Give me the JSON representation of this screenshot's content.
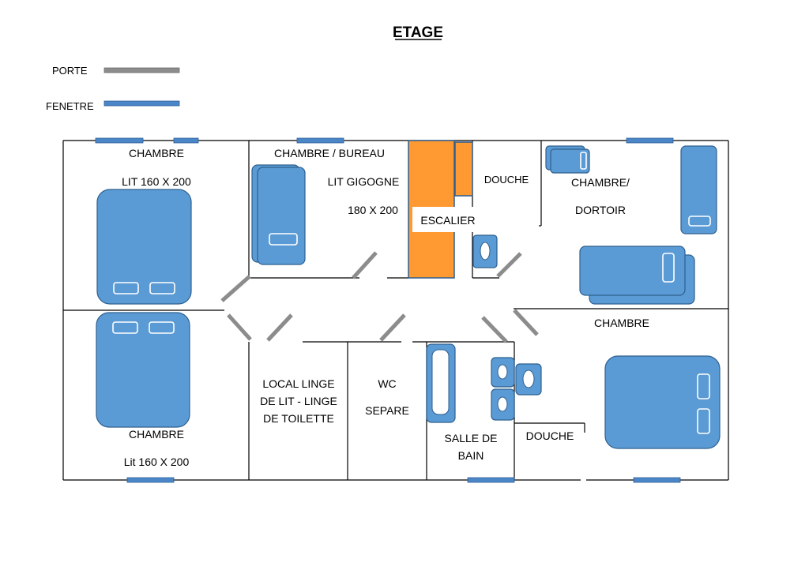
{
  "title": "ETAGE",
  "legend": {
    "door_label": "PORTE",
    "window_label": "FENETRE",
    "door_color": "#8c8c8c",
    "window_color": "#4a86c8"
  },
  "rooms": {
    "chambre_nw": {
      "name": "CHAMBRE",
      "bed": "LIT 160 X 200"
    },
    "chambre_bureau": {
      "name": "CHAMBRE / BUREAU",
      "bed_line1": "LIT GIGOGNE",
      "bed_line2": "180 X 200"
    },
    "escalier": {
      "name": "ESCALIER"
    },
    "douche_north": {
      "name": "DOUCHE"
    },
    "dortoir": {
      "name_line1": "CHAMBRE/",
      "name_line2": "DORTOIR"
    },
    "chambre_sw": {
      "name": "CHAMBRE",
      "bed": "Lit 160 X 200"
    },
    "local_linge": {
      "line1": "LOCAL LINGE",
      "line2": "DE LIT - LINGE",
      "line3": "DE TOILETTE"
    },
    "wc": {
      "line1": "WC",
      "line2": "SEPARE"
    },
    "salle_de_bain": {
      "line1": "SALLE DE",
      "line2": "BAIN"
    },
    "douche_south": {
      "name": "DOUCHE"
    },
    "chambre_se": {
      "name": "CHAMBRE"
    }
  },
  "colors": {
    "furniture": "#5b9bd5",
    "stair": "#ff9a33"
  }
}
